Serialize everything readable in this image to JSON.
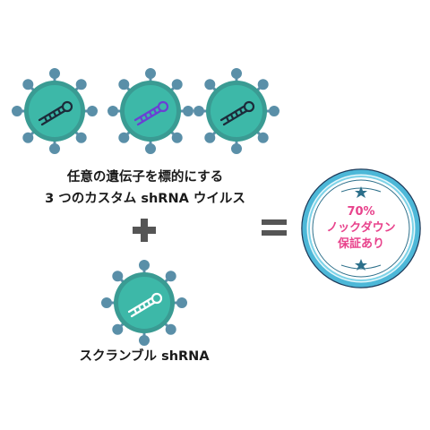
{
  "targeting_viruses": {
    "caption_line1": "任意の遺伝子を標的にする",
    "caption_line2": "3 つのカスタム shRNA ウイルス",
    "items": [
      {
        "hairpin_color": "#1c2b3a"
      },
      {
        "hairpin_color": "#6b3fd4"
      },
      {
        "hairpin_color": "#1c2b3a"
      }
    ]
  },
  "scrambled_virus": {
    "caption": "スクランブル shRNA",
    "hairpin_color": "#ffffff"
  },
  "operators": {
    "plus": "+",
    "equals": "="
  },
  "badge": {
    "line1": "70%",
    "line2": "ノックダウン",
    "line3": "保証あり"
  },
  "colors": {
    "spike": "#5a8fa8",
    "virus_outer": "#3a9b93",
    "virus_inner": "#3db8a8",
    "badge_ring": "#7ed3e8",
    "badge_text": "#e8438c",
    "operator": "#555555"
  }
}
